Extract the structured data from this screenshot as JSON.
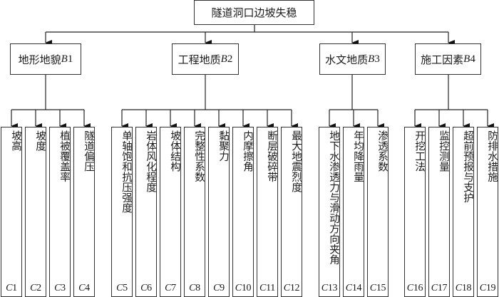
{
  "root": {
    "label": "隧道洞口边坡失稳"
  },
  "groups": [
    {
      "label": "地形地貌",
      "code_letter": "B",
      "code_num": "1",
      "children": [
        {
          "label": "坡高",
          "code_letter": "C",
          "code_num": "1"
        },
        {
          "label": "坡度",
          "code_letter": "C",
          "code_num": "2"
        },
        {
          "label": "植被覆盖率",
          "code_letter": "C",
          "code_num": "3"
        },
        {
          "label": "隧道偏压",
          "code_letter": "C",
          "code_num": "4"
        }
      ]
    },
    {
      "label": "工程地质",
      "code_letter": "B",
      "code_num": "2",
      "children": [
        {
          "label": "单轴饱和抗压强度",
          "code_letter": "C",
          "code_num": "5"
        },
        {
          "label": "岩体风化程度",
          "code_letter": "C",
          "code_num": "6"
        },
        {
          "label": "坡体结构",
          "code_letter": "C",
          "code_num": "7"
        },
        {
          "label": "完整性系数",
          "code_letter": "C",
          "code_num": "8"
        },
        {
          "label": "黏聚力",
          "code_letter": "C",
          "code_num": "9"
        },
        {
          "label": "内摩擦角",
          "code_letter": "C",
          "code_num": "10"
        },
        {
          "label": "断层破碎带",
          "code_letter": "C",
          "code_num": "11"
        },
        {
          "label": "最大地震烈度",
          "code_letter": "C",
          "code_num": "12"
        }
      ]
    },
    {
      "label": "水文地质",
      "code_letter": "B",
      "code_num": "3",
      "children": [
        {
          "label": "地下水渗透力与滑动方向夹角",
          "code_letter": "C",
          "code_num": "13"
        },
        {
          "label": "年均降雨量",
          "code_letter": "C",
          "code_num": "14"
        },
        {
          "label": "渗透系数",
          "code_letter": "C",
          "code_num": "15"
        }
      ]
    },
    {
      "label": "施工因素",
      "code_letter": "B",
      "code_num": "4",
      "children": [
        {
          "label": "开挖工法",
          "code_letter": "C",
          "code_num": "16"
        },
        {
          "label": "监控测量",
          "code_letter": "C",
          "code_num": "17"
        },
        {
          "label": "超前预报与支护",
          "code_letter": "C",
          "code_num": "18"
        },
        {
          "label": "防排水措施",
          "code_letter": "C",
          "code_num": "19"
        }
      ]
    }
  ]
}
